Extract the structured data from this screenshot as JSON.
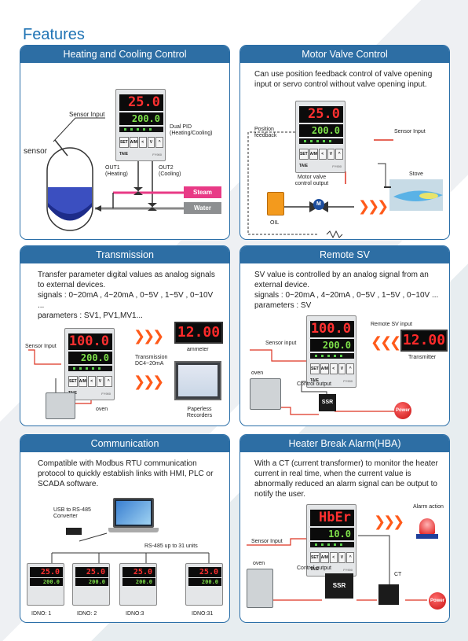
{
  "page": {
    "title": "Features"
  },
  "heating": {
    "header": "Heating and Cooling Control",
    "sensor_input": "Sensor Input",
    "sensor": "sensor",
    "dual_pid": "Dual PID (Heating/Cooling)",
    "out1": "OUT1 (Heating)",
    "out2": "OUT2 (Cooling)",
    "steam": "Steam",
    "water": "Water",
    "pv": "25.0",
    "sv": "200.0"
  },
  "motor": {
    "header": "Motor Valve Control",
    "desc": "Can use position feedback control of valve opening input or servo control without valve opening input.",
    "position_feedback": "Position feedback",
    "sensor_input": "Sensor Input",
    "motor_valve_output": "Motor valve control output",
    "stove": "Stove",
    "oil": "OIL",
    "valve_label": "M",
    "pv": "25.0",
    "sv": "200.0"
  },
  "transmission": {
    "header": "Transmission",
    "desc": "Transfer parameter digital values as analog signals to external devices.",
    "signals": "signals : 0~20mA , 4~20mA , 0~5V , 1~5V , 0~10V ...",
    "parameters": "parameters : SV1, PV1,MV1...",
    "sensor_input": "Sensor Input",
    "transmission_label": "Transmission DC4~20mA",
    "ammeter_value": "12.00",
    "ammeter": "ammeter",
    "oven": "oven",
    "recorders": "Paperless Recorders",
    "pv": "100.0",
    "sv": "200.0"
  },
  "remote": {
    "header": "Remote SV",
    "desc": "SV value is controlled by an analog signal from an external device.",
    "signals": "signals : 0~20mA , 4~20mA , 0~5V , 1~5V , 0~10V ...",
    "parameters": "parameters : SV",
    "remote_input": "Remote SV input",
    "sensor_input": "Sensor input",
    "transmitter_value": "12.00",
    "transmitter": "Transmitter",
    "oven": "oven",
    "control_output": "Control output",
    "ssr": "SSR",
    "power": "Power",
    "pv": "100.0",
    "sv": "200.0"
  },
  "communication": {
    "header": "Communication",
    "desc": "Compatible with Modbus RTU communication protocol to quickly establish links with HMI, PLC or SCADA software.",
    "usb_converter": "USB to RS-485 Converter",
    "rs485": "RS-485 up to 31 units",
    "ids": [
      "IDNO: 1",
      "IDNO: 2",
      "IDNO:3",
      "IDNO:31"
    ],
    "pv": "25.0",
    "sv": "200.0"
  },
  "hba": {
    "header": "Heater Break Alarm(HBA)",
    "desc": "With a CT (current transformer) to monitor the heater current in real time, when the current value is abnormally reduced an alarm signal can be output to notify the user.",
    "alarm_action": "Alarm action",
    "sensor_input": "Sensor Input",
    "oven": "oven",
    "control_output": "Control output",
    "ssr": "SSR",
    "ct": "CT",
    "power": "Power",
    "pv": "HbEr",
    "sv": "10.0"
  },
  "controller": {
    "brand": "TAIE",
    "model": "FY900",
    "keys": [
      "SET",
      "A/M",
      "<",
      "V",
      "^"
    ]
  }
}
